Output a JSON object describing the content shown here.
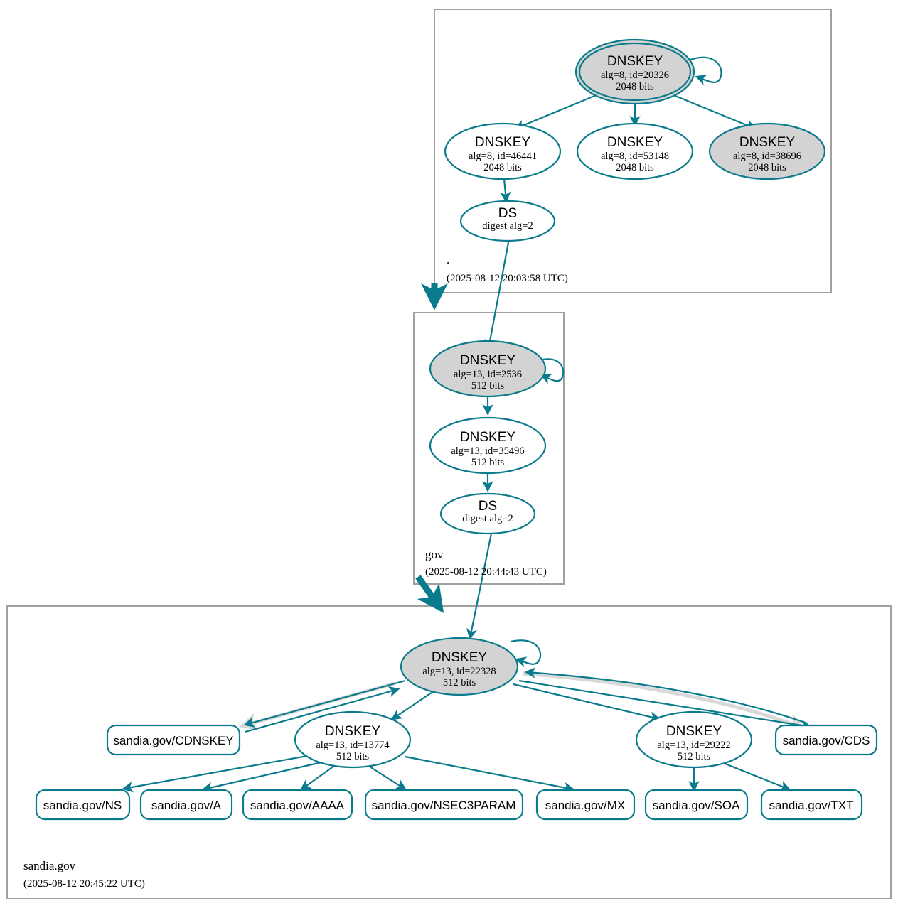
{
  "diagram": {
    "title": "DNSSEC authentication chain for sandia.gov",
    "colors": {
      "node_stroke": "#0a7b8c",
      "secure_fill": "#d3d3d3",
      "plain_fill": "#ffffff",
      "zone_border": "#a0a0a0",
      "gray_edge": "#d9d9d9"
    }
  },
  "zones": [
    {
      "id": "root",
      "label": ".",
      "timestamp": "(2025-08-12 20:03:58 UTC)",
      "nodes": [
        {
          "id": "root-ksk-20326",
          "type": "DNSKEY",
          "detail": "alg=8, id=20326",
          "bits": "2048 bits",
          "trust_anchor": true,
          "secure": true
        },
        {
          "id": "root-zsk-46441",
          "type": "DNSKEY",
          "detail": "alg=8, id=46441",
          "bits": "2048 bits",
          "trust_anchor": false,
          "secure": false
        },
        {
          "id": "root-zsk-53148",
          "type": "DNSKEY",
          "detail": "alg=8, id=53148",
          "bits": "2048 bits",
          "trust_anchor": false,
          "secure": false
        },
        {
          "id": "root-key-38696",
          "type": "DNSKEY",
          "detail": "alg=8, id=38696",
          "bits": "2048 bits",
          "trust_anchor": false,
          "secure": true
        },
        {
          "id": "root-ds",
          "type": "DS",
          "detail": "digest alg=2",
          "bits": "",
          "trust_anchor": false,
          "secure": false
        }
      ]
    },
    {
      "id": "gov",
      "label": "gov",
      "timestamp": "(2025-08-12 20:44:43 UTC)",
      "nodes": [
        {
          "id": "gov-ksk-2536",
          "type": "DNSKEY",
          "detail": "alg=13, id=2536",
          "bits": "512 bits",
          "trust_anchor": false,
          "secure": true
        },
        {
          "id": "gov-zsk-35496",
          "type": "DNSKEY",
          "detail": "alg=13, id=35496",
          "bits": "512 bits",
          "trust_anchor": false,
          "secure": false
        },
        {
          "id": "gov-ds",
          "type": "DS",
          "detail": "digest alg=2",
          "bits": "",
          "trust_anchor": false,
          "secure": false
        }
      ]
    },
    {
      "id": "sandia",
      "label": "sandia.gov",
      "timestamp": "(2025-08-12 20:45:22 UTC)",
      "nodes": [
        {
          "id": "sandia-ksk-22328",
          "type": "DNSKEY",
          "detail": "alg=13, id=22328",
          "bits": "512 bits",
          "trust_anchor": false,
          "secure": true
        },
        {
          "id": "sandia-zsk-13774",
          "type": "DNSKEY",
          "detail": "alg=13, id=13774",
          "bits": "512 bits",
          "trust_anchor": false,
          "secure": false
        },
        {
          "id": "sandia-zsk-29222",
          "type": "DNSKEY",
          "detail": "alg=13, id=29222",
          "bits": "512 bits",
          "trust_anchor": false,
          "secure": false
        }
      ],
      "rrsets": [
        {
          "id": "rr-cdnskey",
          "label": "sandia.gov/CDNSKEY"
        },
        {
          "id": "rr-cds",
          "label": "sandia.gov/CDS"
        },
        {
          "id": "rr-ns",
          "label": "sandia.gov/NS"
        },
        {
          "id": "rr-a",
          "label": "sandia.gov/A"
        },
        {
          "id": "rr-aaaa",
          "label": "sandia.gov/AAAA"
        },
        {
          "id": "rr-nsec3param",
          "label": "sandia.gov/NSEC3PARAM"
        },
        {
          "id": "rr-mx",
          "label": "sandia.gov/MX"
        },
        {
          "id": "rr-soa",
          "label": "sandia.gov/SOA"
        },
        {
          "id": "rr-txt",
          "label": "sandia.gov/TXT"
        }
      ]
    }
  ]
}
